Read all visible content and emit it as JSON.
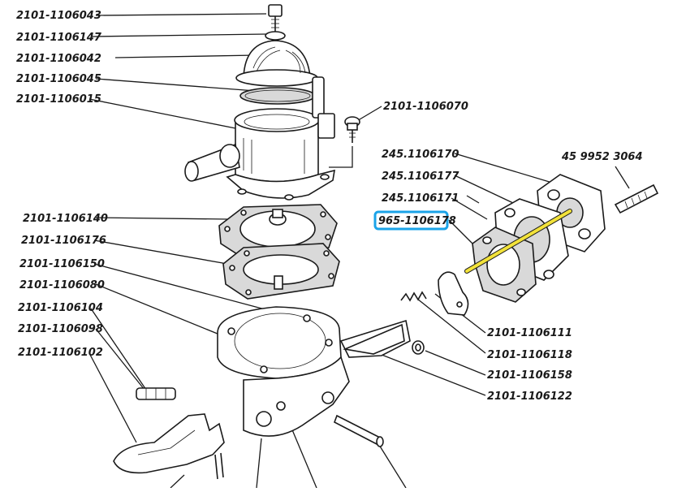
{
  "highlight_color": "#1aa3e8",
  "pin_color": "#f2e23a",
  "labels": {
    "p1106043": "2101-1106043",
    "p1106147": "2101-1106147",
    "p1106042": "2101-1106042",
    "p1106045": "2101-1106045",
    "p1106015": "2101-1106015",
    "p1106070": "2101-1106070",
    "p1106170": "245.1106170",
    "p3064": "45 9952 3064",
    "p1106177": "245.1106177",
    "p1106171": "245.1106171",
    "p1106178": "965-1106178",
    "p1106140": "2101-1106140",
    "p1106176": "2101-1106176",
    "p1106150": "2101-1106150",
    "p1106080": "2101-1106080",
    "p1106104": "2101-1106104",
    "p1106098": "2101-1106098",
    "p1106102": "2101-1106102",
    "p1106111": "2101-1106111",
    "p1106118": "2101-1106118",
    "p1106158": "2101-1106158",
    "p1106122": "2101-1106122"
  }
}
